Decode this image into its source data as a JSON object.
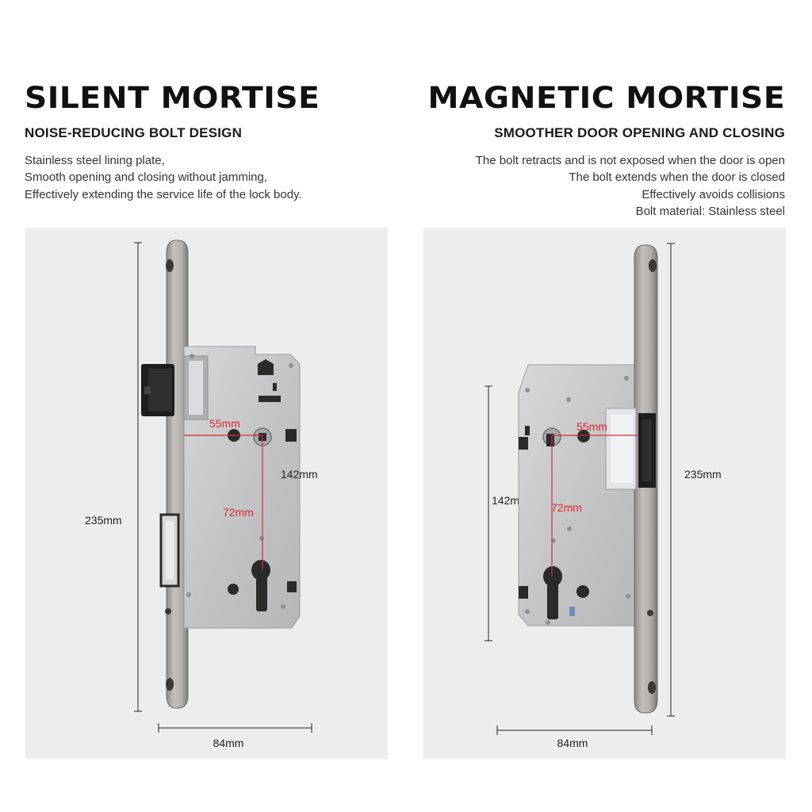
{
  "silent": {
    "title": "SILENT MORTISE",
    "subtitle": "NOISE-REDUCING BOLT DESIGN",
    "description": [
      "Stainless steel lining plate,",
      "Smooth opening and closing without jamming,",
      "Effectively extending the service life of the lock body."
    ],
    "dimensions": {
      "height": "235mm",
      "width": "84mm",
      "backset": "55mm",
      "center_distance": "72mm",
      "case_height": "142mm"
    }
  },
  "magnetic": {
    "title": "MAGNETIC MORTISE",
    "subtitle": "SMOOTHER DOOR OPENING AND CLOSING",
    "description": [
      "The bolt retracts and is not exposed when the door is open",
      "The bolt extends when the door is closed",
      "Effectively avoids collisions",
      "Bolt material: Stainless steel"
    ],
    "dimensions": {
      "height": "235mm",
      "width": "84mm",
      "backset": "55mm",
      "center_distance": "72mm",
      "case_height": "142mm"
    }
  },
  "colors": {
    "panel_bg": "#ededed",
    "steel": "#b9b5b2",
    "case_metal": "#c9cacc",
    "measure_red": "#e0282b",
    "bolt_black": "#1c1c1c"
  }
}
